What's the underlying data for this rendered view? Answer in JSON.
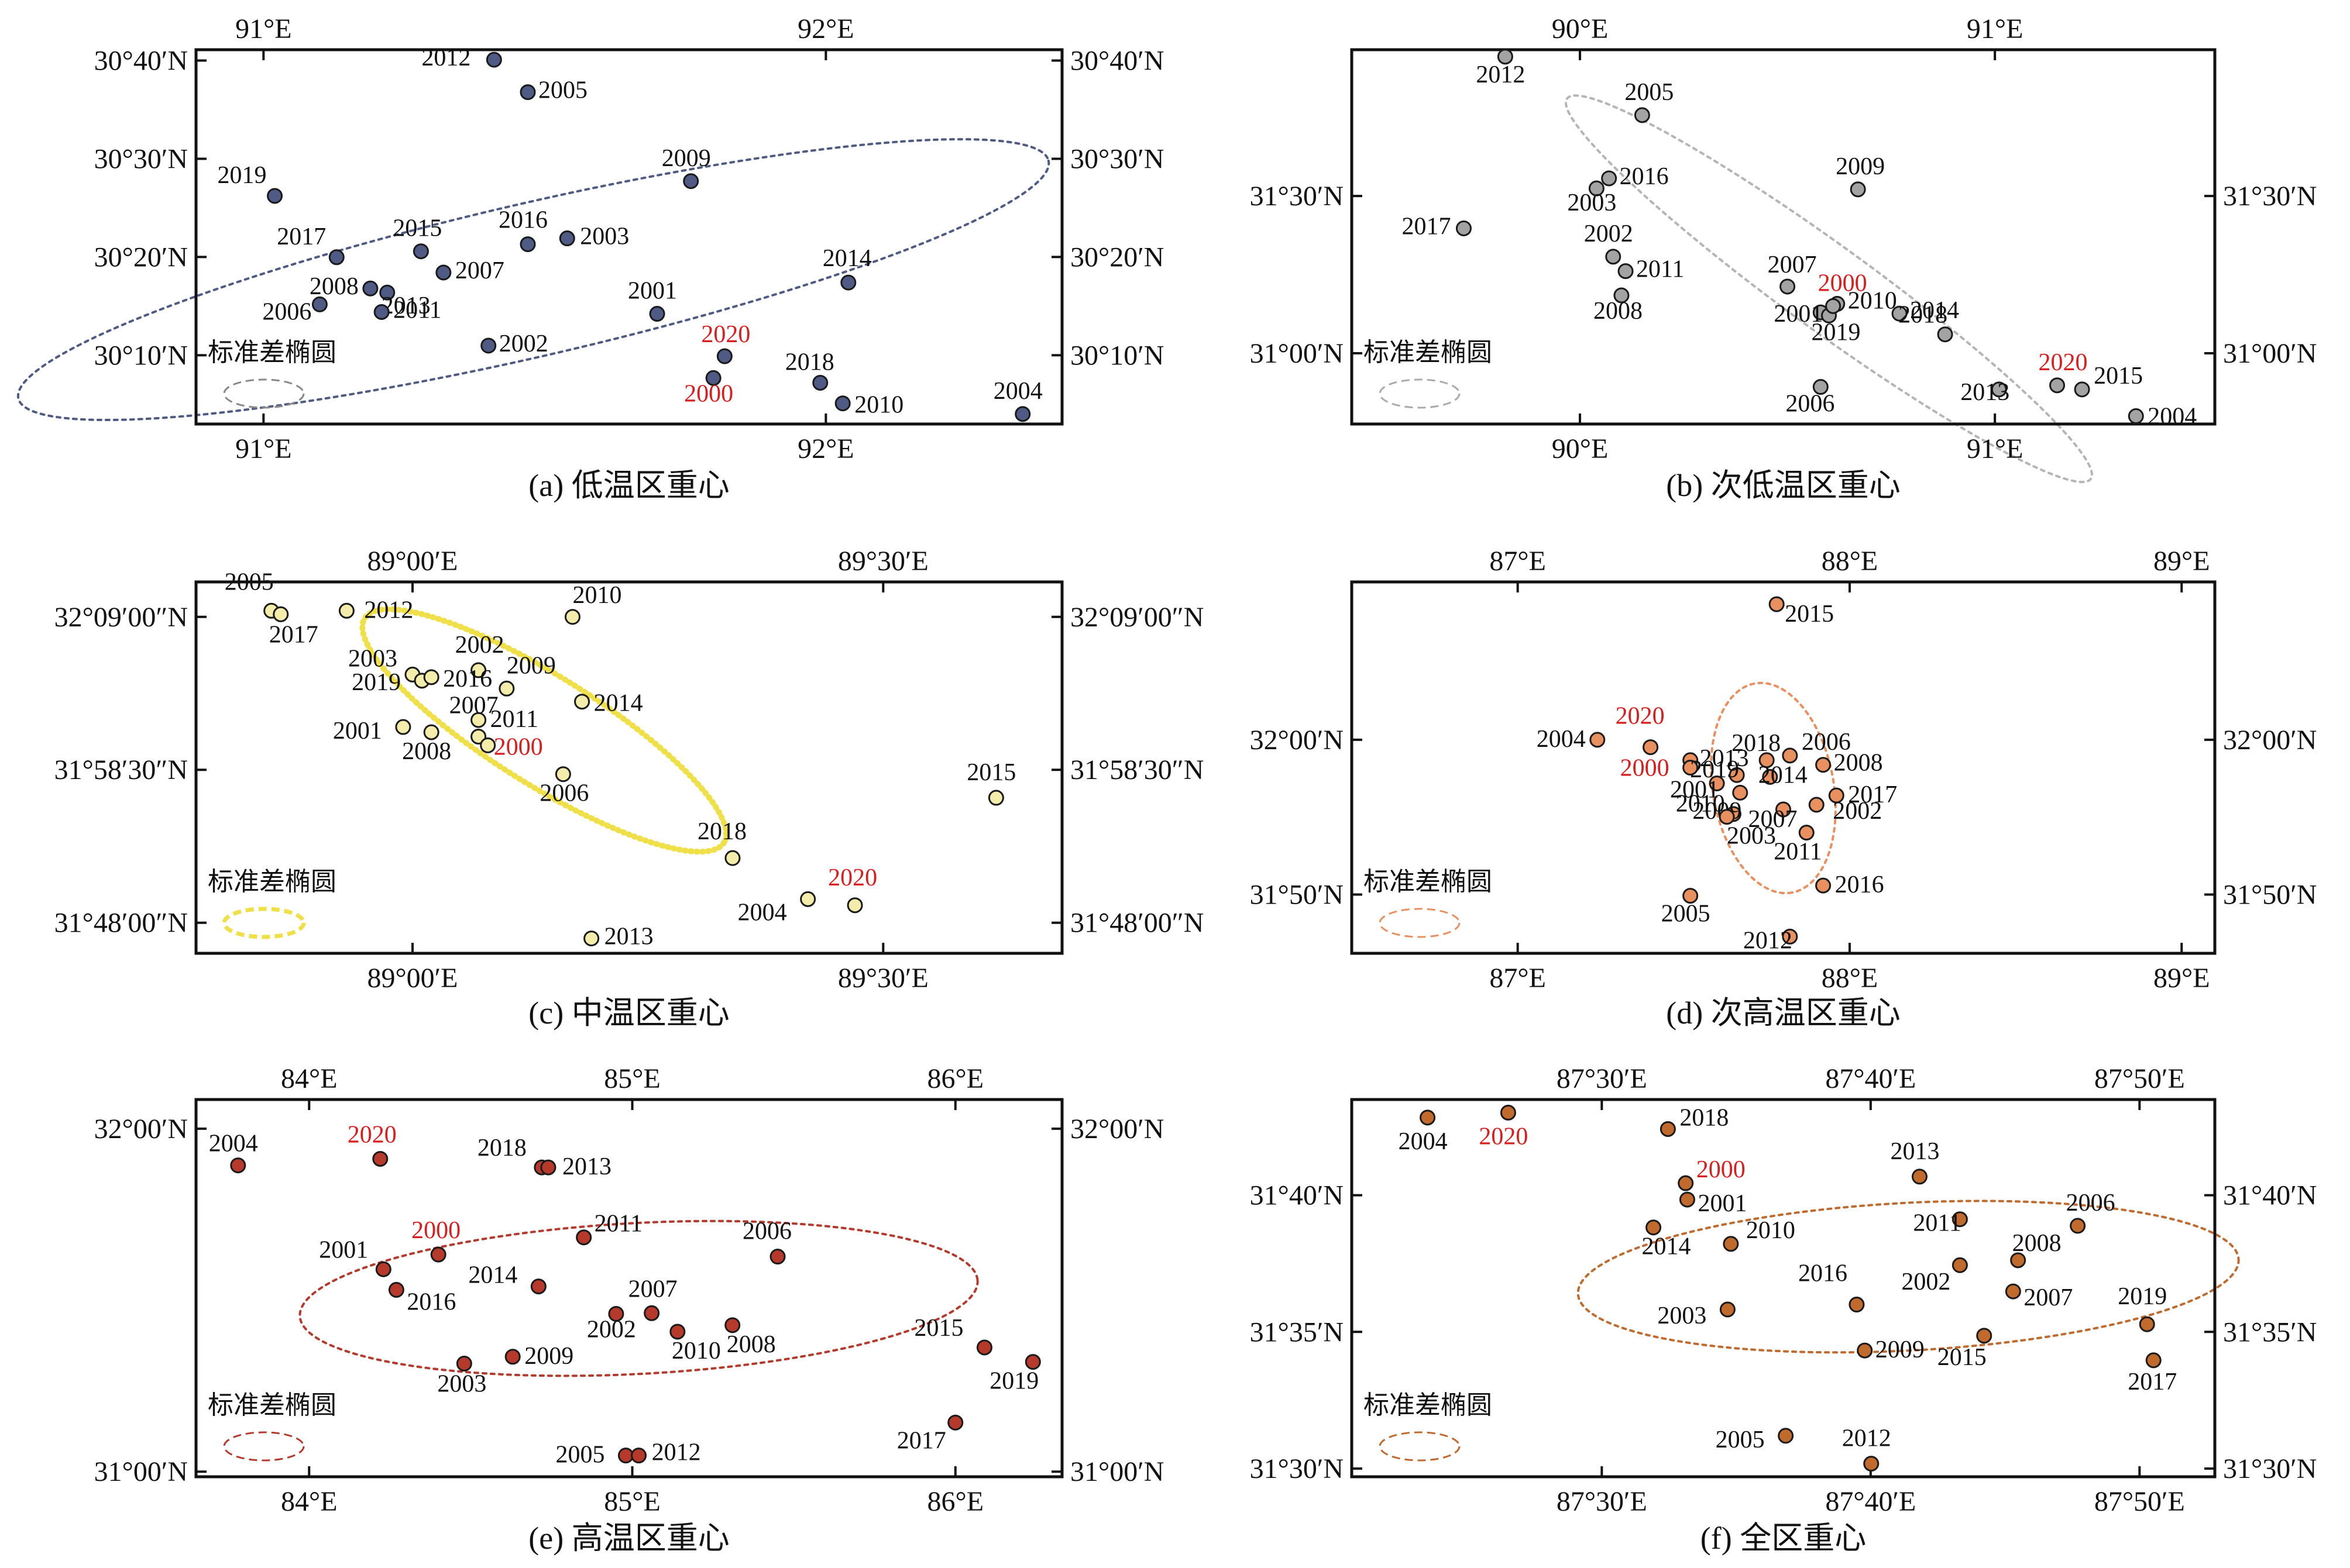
{
  "legend_label": "标准差椭圆",
  "colors": {
    "low": "#4f5a85",
    "sublow": "#a3a3a3",
    "mid": "#f3ecab",
    "mid_ellipse": "#efe04a",
    "subhigh": "#e8905f",
    "high": "#b53a2c",
    "all": "#c06a2d",
    "highlight_label": "#d81e1e"
  },
  "chart_data": [
    {
      "type": "scatter",
      "caption": "(a) 低温区重心",
      "x_ticks": [
        "91°E",
        "92°E"
      ],
      "y_ticks": [
        "30°10′N",
        "30°20′N",
        "30°30′N",
        "30°40′N"
      ],
      "points": [
        {
          "label": "2012",
          "lon": 91.41,
          "lat": 30.668
        },
        {
          "label": "2005",
          "lon": 91.47,
          "lat": 30.613
        },
        {
          "label": "2019",
          "lon": 91.02,
          "lat": 30.437
        },
        {
          "label": "2009",
          "lon": 91.76,
          "lat": 30.462
        },
        {
          "label": "2016",
          "lon": 91.47,
          "lat": 30.355
        },
        {
          "label": "2003",
          "lon": 91.54,
          "lat": 30.365
        },
        {
          "label": "2017",
          "lon": 91.13,
          "lat": 30.333
        },
        {
          "label": "2015",
          "lon": 91.28,
          "lat": 30.343
        },
        {
          "label": "2007",
          "lon": 91.32,
          "lat": 30.307
        },
        {
          "label": "2008",
          "lon": 91.19,
          "lat": 30.28
        },
        {
          "label": "2013",
          "lon": 91.22,
          "lat": 30.273
        },
        {
          "label": "2006",
          "lon": 91.1,
          "lat": 30.253
        },
        {
          "label": "2011",
          "lon": 91.21,
          "lat": 30.24
        },
        {
          "label": "2014",
          "lon": 92.04,
          "lat": 30.29
        },
        {
          "label": "2001",
          "lon": 91.7,
          "lat": 30.237
        },
        {
          "label": "2002",
          "lon": 91.4,
          "lat": 30.183
        },
        {
          "label": "2020",
          "lon": 91.82,
          "lat": 30.165,
          "highlight": true
        },
        {
          "label": "2000",
          "lon": 91.8,
          "lat": 30.128,
          "highlight": true
        },
        {
          "label": "2018",
          "lon": 91.99,
          "lat": 30.12
        },
        {
          "label": "2010",
          "lon": 92.03,
          "lat": 30.085
        },
        {
          "label": "2004",
          "lon": 92.35,
          "lat": 30.067
        }
      ]
    },
    {
      "type": "scatter",
      "caption": "(b) 次低温区重心",
      "x_ticks": [
        "90°E",
        "91°E"
      ],
      "y_ticks": [
        "31°00′N",
        "31°30′N"
      ],
      "points": [
        {
          "label": "2012",
          "lon": 89.82,
          "lat": 31.943
        },
        {
          "label": "2005",
          "lon": 90.15,
          "lat": 31.757
        },
        {
          "label": "2009",
          "lon": 90.67,
          "lat": 31.521
        },
        {
          "label": "2016",
          "lon": 90.07,
          "lat": 31.556
        },
        {
          "label": "2003",
          "lon": 90.04,
          "lat": 31.524
        },
        {
          "label": "2017",
          "lon": 89.72,
          "lat": 31.397
        },
        {
          "label": "2002",
          "lon": 90.08,
          "lat": 31.307
        },
        {
          "label": "2011",
          "lon": 90.11,
          "lat": 31.261
        },
        {
          "label": "2007",
          "lon": 90.5,
          "lat": 31.212
        },
        {
          "label": "2010",
          "lon": 90.62,
          "lat": 31.157
        },
        {
          "label": "2001",
          "lon": 90.58,
          "lat": 31.13
        },
        {
          "label": "2019",
          "lon": 90.6,
          "lat": 31.12
        },
        {
          "label": "2008",
          "lon": 90.1,
          "lat": 31.184
        },
        {
          "label": "2014",
          "lon": 90.77,
          "lat": 31.126
        },
        {
          "label": "2018",
          "lon": 90.88,
          "lat": 31.06
        },
        {
          "label": "2020",
          "lon": 91.15,
          "lat": 30.898,
          "highlight": true
        },
        {
          "label": "2015",
          "lon": 91.21,
          "lat": 30.885
        },
        {
          "label": "2006",
          "lon": 90.58,
          "lat": 30.893
        },
        {
          "label": "2013",
          "lon": 91.01,
          "lat": 30.885
        },
        {
          "label": "2000",
          "lon": 90.61,
          "lat": 31.15,
          "highlight": true
        },
        {
          "label": "2004",
          "lon": 91.34,
          "lat": 30.8
        }
      ]
    },
    {
      "type": "scatter",
      "caption": "(c) 中温区重心",
      "x_ticks": [
        "89°00′E",
        "89°30′E"
      ],
      "y_ticks": [
        "31°48′00″N",
        "31°58′30″N",
        "32°09′00″N"
      ],
      "points": [
        {
          "label": "2005",
          "lon": 88.85,
          "lat": 32.157
        },
        {
          "label": "2017",
          "lon": 88.86,
          "lat": 32.153
        },
        {
          "label": "2012",
          "lon": 88.93,
          "lat": 32.157
        },
        {
          "label": "2010",
          "lon": 89.17,
          "lat": 32.15
        },
        {
          "label": "2002",
          "lon": 89.07,
          "lat": 32.089
        },
        {
          "label": "2003",
          "lon": 89.0,
          "lat": 32.084
        },
        {
          "label": "2019",
          "lon": 89.01,
          "lat": 32.077
        },
        {
          "label": "2016",
          "lon": 89.02,
          "lat": 32.081
        },
        {
          "label": "2009",
          "lon": 89.1,
          "lat": 32.068
        },
        {
          "label": "2014",
          "lon": 89.18,
          "lat": 32.053
        },
        {
          "label": "2011",
          "lon": 89.07,
          "lat": 32.032
        },
        {
          "label": "2001",
          "lon": 88.99,
          "lat": 32.024
        },
        {
          "label": "2007",
          "lon": 89.07,
          "lat": 32.013
        },
        {
          "label": "2008",
          "lon": 89.02,
          "lat": 32.018
        },
        {
          "label": "2000",
          "lon": 89.08,
          "lat": 32.003,
          "highlight": true
        },
        {
          "label": "2015",
          "lon": 89.62,
          "lat": 31.943
        },
        {
          "label": "2006",
          "lon": 89.16,
          "lat": 31.97
        },
        {
          "label": "2018",
          "lon": 89.34,
          "lat": 31.874
        },
        {
          "label": "2013",
          "lon": 89.19,
          "lat": 31.782
        },
        {
          "label": "2004",
          "lon": 89.42,
          "lat": 31.827
        },
        {
          "label": "2020",
          "lon": 89.47,
          "lat": 31.82,
          "highlight": true
        }
      ]
    },
    {
      "type": "scatter",
      "caption": "(d) 次高温区重心",
      "x_ticks": [
        "87°E",
        "88°E",
        "89°E"
      ],
      "y_ticks": [
        "31°50′N",
        "32°00′N"
      ],
      "points": [
        {
          "label": "2015",
          "lon": 87.78,
          "lat": 32.146
        },
        {
          "label": "2004",
          "lon": 87.24,
          "lat": 32.0
        },
        {
          "label": "2020",
          "lon": 87.4,
          "lat": 31.992,
          "highlight": true
        },
        {
          "label": "2013",
          "lon": 87.52,
          "lat": 31.978
        },
        {
          "label": "2018",
          "lon": 87.75,
          "lat": 31.978
        },
        {
          "label": "2006",
          "lon": 87.82,
          "lat": 31.983
        },
        {
          "label": "2008",
          "lon": 87.92,
          "lat": 31.973
        },
        {
          "label": "2000",
          "lon": 87.52,
          "lat": 31.97,
          "highlight": true
        },
        {
          "label": "2019",
          "lon": 87.66,
          "lat": 31.962
        },
        {
          "label": "2001",
          "lon": 87.6,
          "lat": 31.953
        },
        {
          "label": "2014",
          "lon": 87.76,
          "lat": 31.96
        },
        {
          "label": "2017",
          "lon": 87.96,
          "lat": 31.94
        },
        {
          "label": "2010",
          "lon": 87.67,
          "lat": 31.943
        },
        {
          "label": "2002",
          "lon": 87.9,
          "lat": 31.93
        },
        {
          "label": "2007",
          "lon": 87.8,
          "lat": 31.925
        },
        {
          "label": "2009",
          "lon": 87.65,
          "lat": 31.92
        },
        {
          "label": "2003",
          "lon": 87.63,
          "lat": 31.917
        },
        {
          "label": "2011",
          "lon": 87.87,
          "lat": 31.9
        },
        {
          "label": "2016",
          "lon": 87.92,
          "lat": 31.843
        },
        {
          "label": "2005",
          "lon": 87.52,
          "lat": 31.832
        },
        {
          "label": "2012",
          "lon": 87.82,
          "lat": 31.788
        }
      ]
    },
    {
      "type": "scatter",
      "caption": "(e) 高温区重心",
      "x_ticks": [
        "84°E",
        "85°E",
        "86°E"
      ],
      "y_ticks": [
        "31°00′N",
        "32°00′N"
      ],
      "points": [
        {
          "label": "2004",
          "lon": 83.78,
          "lat": 31.893
        },
        {
          "label": "2020",
          "lon": 84.22,
          "lat": 31.912,
          "highlight": true
        },
        {
          "label": "2018",
          "lon": 84.72,
          "lat": 31.887
        },
        {
          "label": "2013",
          "lon": 84.74,
          "lat": 31.887
        },
        {
          "label": "2011",
          "lon": 84.85,
          "lat": 31.683
        },
        {
          "label": "2006",
          "lon": 85.45,
          "lat": 31.627
        },
        {
          "label": "2000",
          "lon": 84.4,
          "lat": 31.633,
          "highlight": true
        },
        {
          "label": "2001",
          "lon": 84.23,
          "lat": 31.59
        },
        {
          "label": "2016",
          "lon": 84.27,
          "lat": 31.53
        },
        {
          "label": "2014",
          "lon": 84.71,
          "lat": 31.54
        },
        {
          "label": "2002",
          "lon": 84.95,
          "lat": 31.46
        },
        {
          "label": "2007",
          "lon": 85.06,
          "lat": 31.462
        },
        {
          "label": "2010",
          "lon": 85.14,
          "lat": 31.408
        },
        {
          "label": "2008",
          "lon": 85.31,
          "lat": 31.427
        },
        {
          "label": "2009",
          "lon": 84.63,
          "lat": 31.335
        },
        {
          "label": "2003",
          "lon": 84.48,
          "lat": 31.315
        },
        {
          "label": "2015",
          "lon": 86.09,
          "lat": 31.362
        },
        {
          "label": "2019",
          "lon": 86.24,
          "lat": 31.32
        },
        {
          "label": "2017",
          "lon": 86.0,
          "lat": 31.143
        },
        {
          "label": "2005",
          "lon": 84.98,
          "lat": 31.047
        },
        {
          "label": "2012",
          "lon": 85.02,
          "lat": 31.047
        }
      ]
    },
    {
      "type": "scatter",
      "caption": "(f) 全区重心",
      "x_ticks": [
        "87°30′E",
        "87°40′E",
        "87°50′E"
      ],
      "y_ticks": [
        "31°30′N",
        "31°35′N",
        "31°40′N"
      ],
      "points": [
        {
          "label": "2004",
          "lon": 87.392,
          "lat": 31.714
        },
        {
          "label": "2020",
          "lon": 87.442,
          "lat": 31.717,
          "highlight": true
        },
        {
          "label": "2018",
          "lon": 87.541,
          "lat": 31.707
        },
        {
          "label": "2013",
          "lon": 87.697,
          "lat": 31.678
        },
        {
          "label": "2000",
          "lon": 87.552,
          "lat": 31.674,
          "highlight": true
        },
        {
          "label": "2001",
          "lon": 87.553,
          "lat": 31.664
        },
        {
          "label": "2011",
          "lon": 87.722,
          "lat": 31.652
        },
        {
          "label": "2010",
          "lon": 87.58,
          "lat": 31.637
        },
        {
          "label": "2008",
          "lon": 87.758,
          "lat": 31.627
        },
        {
          "label": "2006",
          "lon": 87.795,
          "lat": 31.648
        },
        {
          "label": "2014",
          "lon": 87.532,
          "lat": 31.647
        },
        {
          "label": "2002",
          "lon": 87.722,
          "lat": 31.624
        },
        {
          "label": "2007",
          "lon": 87.755,
          "lat": 31.608
        },
        {
          "label": "2016",
          "lon": 87.658,
          "lat": 31.6
        },
        {
          "label": "2003",
          "lon": 87.578,
          "lat": 31.597
        },
        {
          "label": "2015",
          "lon": 87.737,
          "lat": 31.581
        },
        {
          "label": "2009",
          "lon": 87.663,
          "lat": 31.572
        },
        {
          "label": "2019",
          "lon": 87.838,
          "lat": 31.588
        },
        {
          "label": "2017",
          "lon": 87.842,
          "lat": 31.566
        },
        {
          "label": "2005",
          "lon": 87.614,
          "lat": 31.52
        },
        {
          "label": "2012",
          "lon": 87.667,
          "lat": 31.503
        }
      ]
    }
  ]
}
